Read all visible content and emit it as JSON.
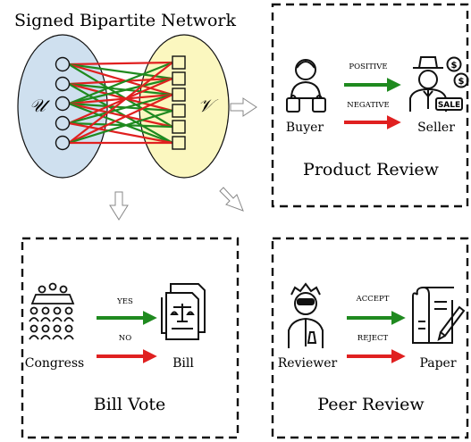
{
  "network": {
    "title": "Signed Bipartite Network",
    "left_set_label": "𝒰",
    "right_set_label": "𝒱",
    "left_node_count": 5,
    "right_node_count": 6
  },
  "edge_colors": {
    "positive": "#1f8a1f",
    "negative": "#e02020"
  },
  "set_colors": {
    "u_fill": "#cfe0ef",
    "v_fill": "#fbf7bf"
  },
  "panels": {
    "product_review": {
      "title": "Product Review",
      "left_entity": "Buyer",
      "right_entity": "Seller",
      "positive_label": "POSITIVE",
      "negative_label": "NEGATIVE",
      "sale_tag": "SALE",
      "coin_symbol": "$"
    },
    "bill_vote": {
      "title": "Bill Vote",
      "left_entity": "Congress",
      "right_entity": "Bill",
      "positive_label": "YES",
      "negative_label": "NO"
    },
    "peer_review": {
      "title": "Peer Review",
      "left_entity": "Reviewer",
      "right_entity": "Paper",
      "positive_label": "ACCEPT",
      "negative_label": "REJECT"
    }
  }
}
